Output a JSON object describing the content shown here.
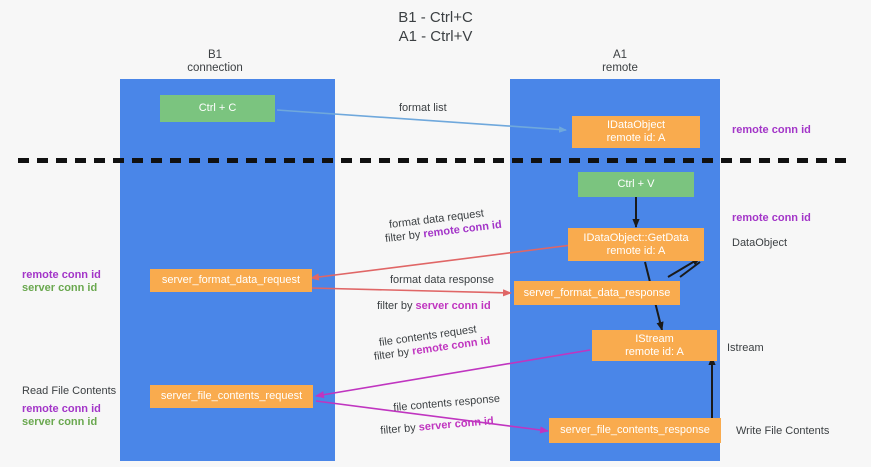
{
  "title": {
    "line1": "B1 - Ctrl+C",
    "line2": "A1 - Ctrl+V"
  },
  "columns": [
    {
      "name": "B1",
      "role": "connection"
    },
    {
      "name": "A1",
      "role": "remote"
    }
  ],
  "legend_colors": {
    "lane": "#4a86e8",
    "green_node": "#7bc47f",
    "orange_node": "#f9ab4e",
    "remote_conn_id": "#a335c8",
    "server_conn_id": "#6aa84f",
    "arrow_format_list": "#6fa8dc",
    "arrow_format_data": "#e06666",
    "arrow_file_contents": "#c035c0",
    "arrow_black": "#1a1a1a",
    "divider": "#111111"
  },
  "nodes": {
    "ctrl_c": {
      "line1": "Ctrl + C"
    },
    "idataobject": {
      "line1": "IDataObject",
      "line2": "remote id: A"
    },
    "ctrl_v": {
      "line1": "Ctrl + V"
    },
    "getdata": {
      "line1": "IDataObject::GetData",
      "line2": "remote id: A"
    },
    "server_format_data_request": {
      "line1": "server_format_data_request"
    },
    "server_format_data_response": {
      "line1": "server_format_data_response"
    },
    "istream": {
      "line1": "IStream",
      "line2": "remote id: A"
    },
    "server_file_contents_request": {
      "line1": "server_file_contents_request"
    },
    "server_file_contents_response": {
      "line1": "server_file_contents_response"
    }
  },
  "side_labels": {
    "remote_conn_id_top": "remote conn id",
    "remote_conn_id_mid": "remote conn id",
    "dataobject": "DataObject",
    "istream": "Istream",
    "write_file_contents": "Write File Contents",
    "read_file_contents": "Read File Contents",
    "left_mid_remote": "remote conn id",
    "left_mid_server": "server conn id",
    "left_bottom_remote": "remote conn id",
    "left_bottom_server": "server conn id"
  },
  "arrow_labels": {
    "format_list": "format list",
    "format_data_request": "format data request",
    "format_data_request_filter_prefix": "filter by ",
    "format_data_request_filter_key": "remote conn id",
    "format_data_response": "format data response",
    "format_data_response_filter_prefix": "filter by ",
    "format_data_response_filter_key": "server conn id",
    "file_contents_request": "file contents request",
    "file_contents_request_filter_prefix": "filter by ",
    "file_contents_request_filter_key": "remote conn id",
    "file_contents_response": "file contents response",
    "file_contents_response_filter_prefix": "filter by ",
    "file_contents_response_filter_key": "server conn id"
  }
}
